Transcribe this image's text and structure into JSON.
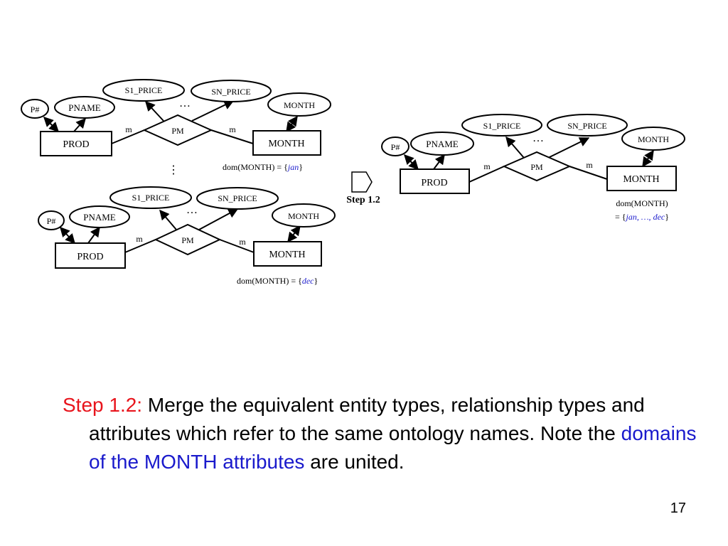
{
  "diagram": {
    "before_jan": {
      "entity_prod": "PROD",
      "entity_month": "MONTH",
      "relationship": "PM",
      "attr_pnum": "P#",
      "attr_pname": "PNAME",
      "attr_s1_price": "S1_PRICE",
      "attr_sn_price": "SN_PRICE",
      "attr_month": "MONTH",
      "card_left": "m",
      "card_right": "m",
      "ellipsis": "…",
      "domain_prefix": "dom(MONTH) = {",
      "domain_value": "jan",
      "domain_suffix": "}"
    },
    "between_ellipsis": "⋮",
    "before_dec": {
      "entity_prod": "PROD",
      "entity_month": "MONTH",
      "relationship": "PM",
      "attr_pnum": "P#",
      "attr_pname": "PNAME",
      "attr_s1_price": "S1_PRICE",
      "attr_sn_price": "SN_PRICE",
      "attr_month": "MONTH",
      "card_left": "m",
      "card_right": "m",
      "ellipsis": "…",
      "domain_prefix": "dom(MONTH) = {",
      "domain_value": "dec",
      "domain_suffix": "}"
    },
    "step_label": "Step 1.2",
    "after": {
      "entity_prod": "PROD",
      "entity_month": "MONTH",
      "relationship": "PM",
      "attr_pnum": "P#",
      "attr_pname": "PNAME",
      "attr_s1_price": "S1_PRICE",
      "attr_sn_price": "SN_PRICE",
      "attr_month": "MONTH",
      "card_left": "m",
      "card_right": "m",
      "ellipsis": "…",
      "domain_line1": "dom(MONTH)",
      "domain_prefix": "= {",
      "domain_value_1": "jan",
      "domain_sep": ", …, ",
      "domain_value_2": "dec",
      "domain_suffix": "}"
    }
  },
  "caption": {
    "lead": "Step 1.2:",
    "text1": " Merge the equivalent entity types, relationship types and attributes which refer to the same ontology names. Note the ",
    "highlight": "domains of the MONTH attributes",
    "text2": " are united."
  },
  "page_number": "17",
  "colors": {
    "lead": "#e8141c",
    "highlight": "#1a1acc",
    "ink": "#000000"
  }
}
